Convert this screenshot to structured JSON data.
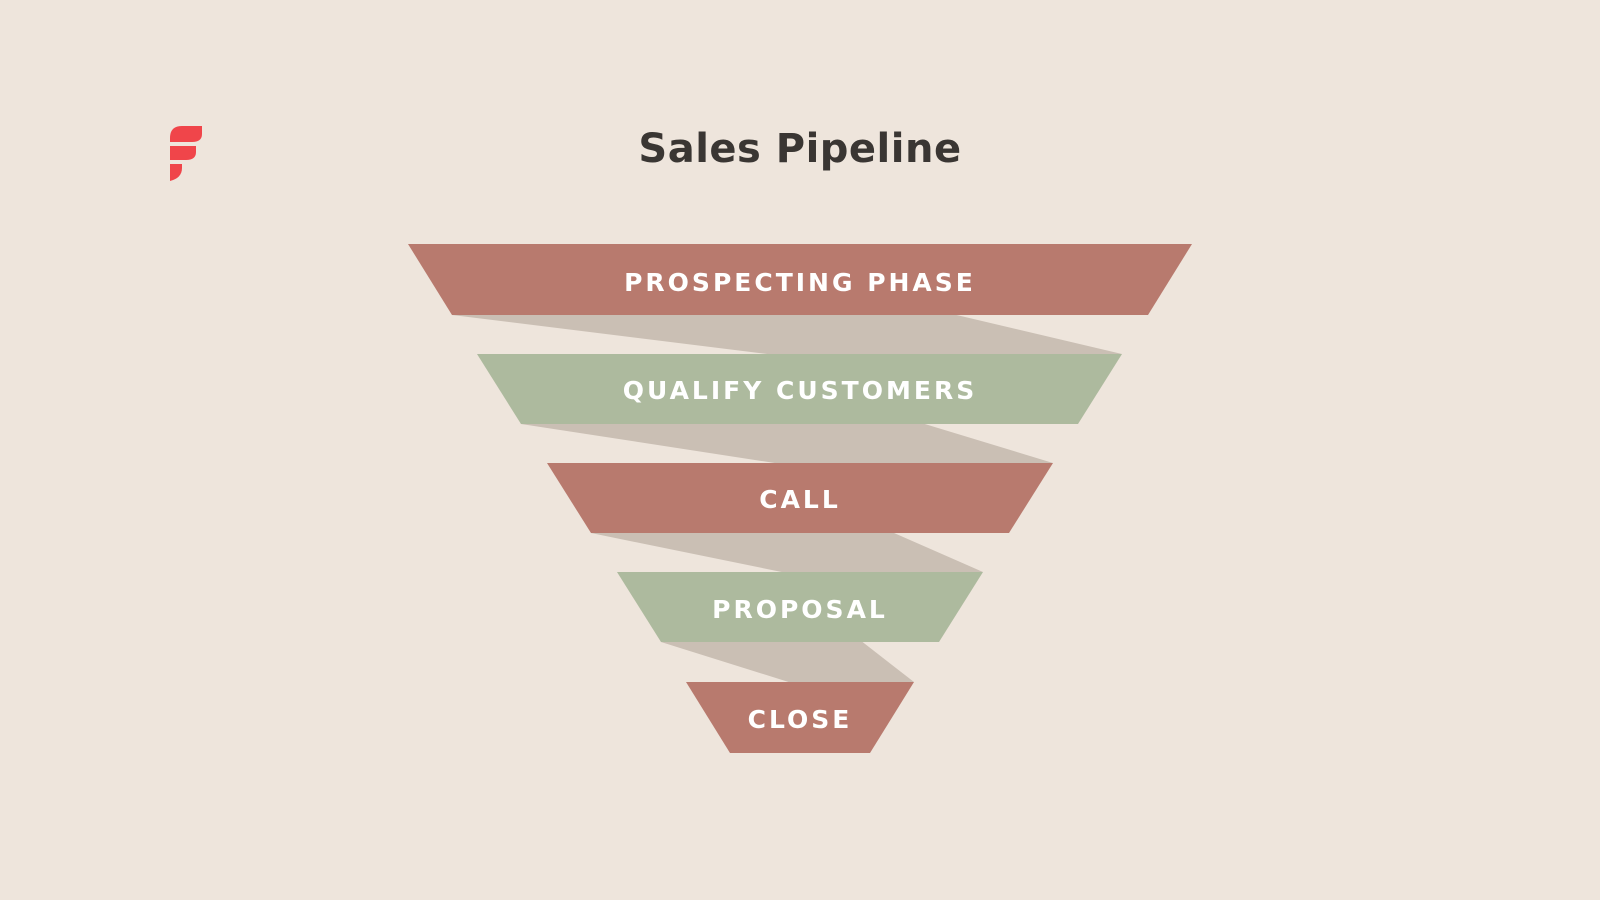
{
  "title": "Sales Pipeline",
  "logo": {
    "icon": "brand-f-logo-icon",
    "color": "#F0454A"
  },
  "colors": {
    "background": "#EEE5DC",
    "red_stage": "#B87A6E",
    "green_stage": "#ADBA9E",
    "connector": "#CABFB4",
    "label": "#FFFFFF",
    "title": "#3A3633"
  },
  "stages": [
    {
      "label": "PROSPECTING PHASE",
      "color": "red"
    },
    {
      "label": "QUALIFY CUSTOMERS",
      "color": "green"
    },
    {
      "label": "CALL",
      "color": "red"
    },
    {
      "label": "PROPOSAL",
      "color": "green"
    },
    {
      "label": "CLOSE",
      "color": "red"
    }
  ]
}
